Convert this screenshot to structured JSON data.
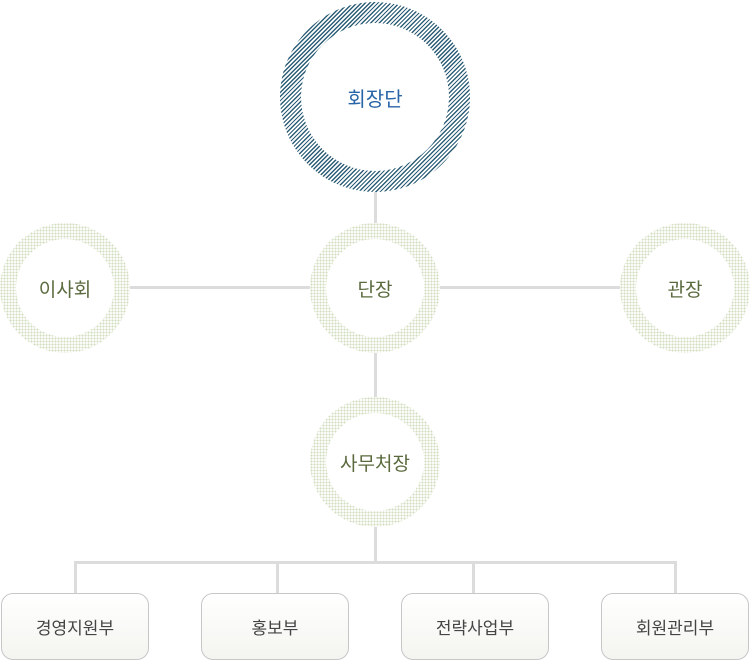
{
  "org_chart": {
    "top": {
      "label": "회장단"
    },
    "middle": {
      "left": {
        "label": "이사회"
      },
      "center": {
        "label": "단장"
      },
      "right": {
        "label": "관장"
      }
    },
    "secretariat": {
      "label": "사무처장"
    },
    "departments": [
      {
        "label": "경영지원부"
      },
      {
        "label": "홍보부"
      },
      {
        "label": "전략사업부"
      },
      {
        "label": "회원관리부"
      }
    ]
  },
  "colors": {
    "top_ring": "#2f5f78",
    "top_label": "#2a65a8",
    "dotted_ring": "#cfdcbd",
    "node_label": "#5a6a3e",
    "connector": "#dcdcdc",
    "dept_border": "#c7c7c7",
    "dept_label": "#444444"
  }
}
